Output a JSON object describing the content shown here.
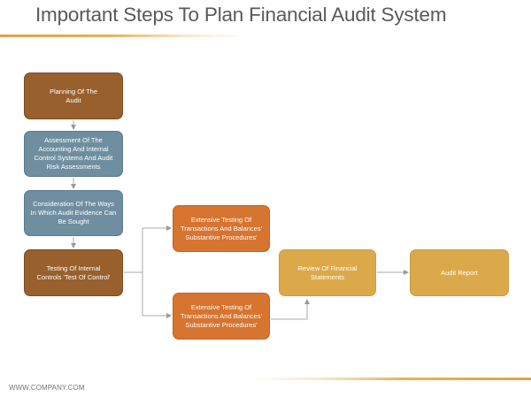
{
  "title": "Important Steps To Plan Financial Audit System",
  "footer": "WWW.COMPANY.COM",
  "colors": {
    "brown": "#98602c",
    "blue": "#6f8fa0",
    "orange": "#d7742f",
    "gold": "#dca94a",
    "accent_line": "#e0a24a"
  },
  "steps": [
    {
      "id": "planning",
      "label": "Planning Of The Audit",
      "color": "brown"
    },
    {
      "id": "assessment",
      "label": "Assessment Of The Accounting And Internal Control Systems And Audit Risk Assessments",
      "color": "blue"
    },
    {
      "id": "consideration",
      "label": "Consideration Of The Ways In Which Audit Evidence Can Be Sought",
      "color": "blue"
    },
    {
      "id": "testing-internal",
      "label": "Testing Of Internal Controls 'Test Of Control'",
      "color": "brown"
    },
    {
      "id": "extensive-1",
      "label": "Extensive Testing Of Transactions And Balances' Substantive Procedures'",
      "color": "orange"
    },
    {
      "id": "extensive-2",
      "label": "Extensive Testing Of Transactions And Balances' Substantive Procedures'",
      "color": "orange"
    },
    {
      "id": "review",
      "label": "Review Of Financial Statements",
      "color": "gold"
    },
    {
      "id": "audit-report",
      "label": "Audit Report",
      "color": "gold"
    }
  ],
  "connections": [
    [
      "planning",
      "assessment"
    ],
    [
      "assessment",
      "consideration"
    ],
    [
      "consideration",
      "testing-internal"
    ],
    [
      "testing-internal",
      "extensive-1"
    ],
    [
      "testing-internal",
      "extensive-2"
    ],
    [
      "extensive-2",
      "review"
    ],
    [
      "review",
      "audit-report"
    ]
  ]
}
